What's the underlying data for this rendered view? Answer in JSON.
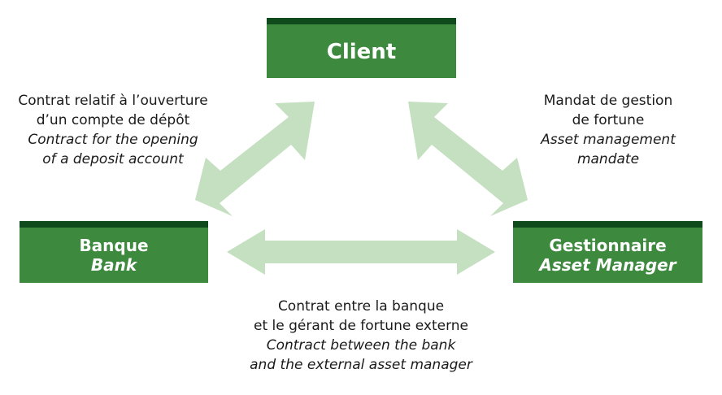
{
  "boxes": {
    "client": {
      "line1": "Client"
    },
    "bank": {
      "line1": "Banque",
      "line2": "Bank"
    },
    "manager": {
      "line1": "Gestionnaire",
      "line2": "Asset Manager"
    }
  },
  "relations": {
    "client_bank": {
      "fr_line1": "Contrat relatif à l’ouverture",
      "fr_line2": "d’un compte de dépôt",
      "en_line1": "Contract for the opening",
      "en_line2": "of a deposit account"
    },
    "client_manager": {
      "fr_line1": "Mandat de gestion",
      "fr_line2": "de fortune",
      "en_line1": "Asset management",
      "en_line2": "mandate"
    },
    "bank_manager": {
      "fr_line1": "Contrat entre la banque",
      "fr_line2": "et le gérant de fortune externe",
      "en_line1": "Contract between the bank",
      "en_line2": "and the external asset manager"
    }
  },
  "colors": {
    "box_fill": "#3d8a3e",
    "box_top_bar": "#0f4a1c",
    "arrow_fill": "#c4e0c0",
    "text": "#1a1a1a"
  }
}
